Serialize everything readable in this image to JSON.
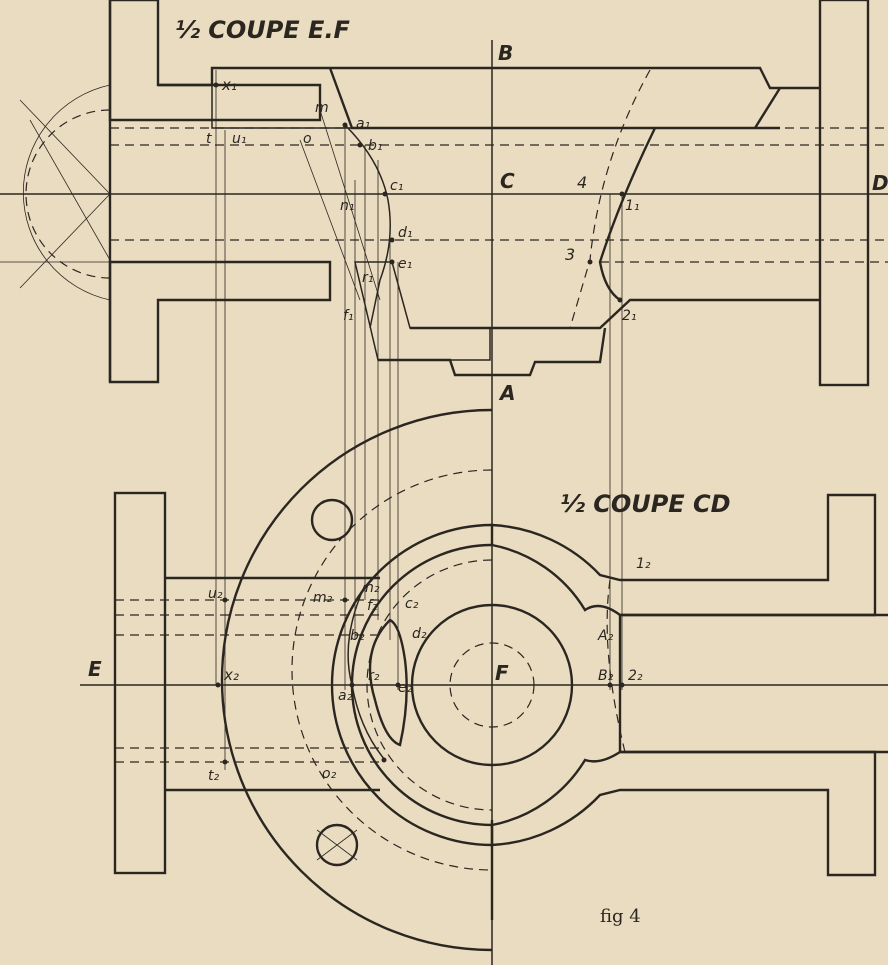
{
  "title_top": "½ COUPE E.F",
  "title_bottom": "½ COUPE CD",
  "caption": "fig  4",
  "axis_labels": {
    "b": "B",
    "c": "C",
    "d": "D",
    "a": "A",
    "e": "E",
    "f": "F"
  },
  "points_top": {
    "x1": "x₁",
    "m": "m",
    "a1": "a₁",
    "o": "o",
    "b1": "b₁",
    "t": "t",
    "u1": "u₁",
    "c1": "c₁",
    "n1": "n₁",
    "d1": "d₁",
    "e1": "e₁",
    "r1": "r₁",
    "f1": "f₁",
    "p4": "4",
    "p1": "1₁",
    "p3": "3",
    "p2": "2₁"
  },
  "points_bottom": {
    "u2": "u₂",
    "m2": "m₂",
    "n2": "n₂",
    "f2": "f₂",
    "c2": "c₂",
    "b2": "b₂",
    "d2": "d₂",
    "x2": "x₂",
    "a2": "a₂",
    "r2": "r₂",
    "e2": "e₂",
    "t2": "t₂",
    "o2": "o₂",
    "one2": "1₂",
    "A2": "A₂",
    "B2": "B₂",
    "two2": "2₂"
  },
  "colors": {
    "paper": "#e9dcc1",
    "ink": "#2b2620"
  }
}
